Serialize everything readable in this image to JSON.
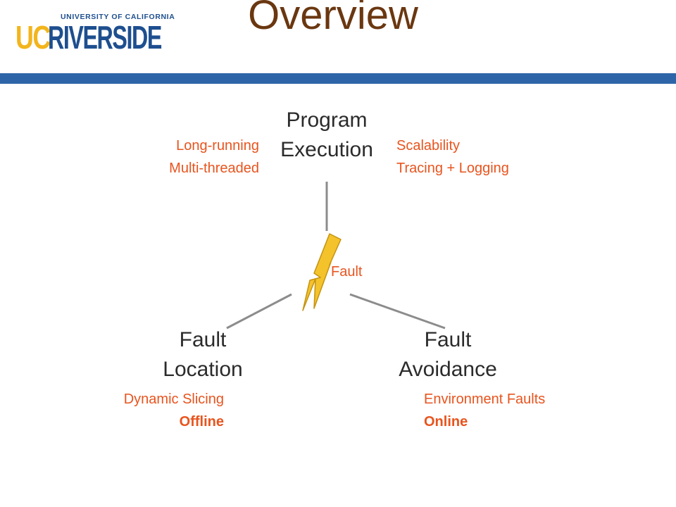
{
  "header": {
    "title": "Overview",
    "logo": {
      "university_line": "UNIVERSITY OF CALIFORNIA",
      "uc": "UC",
      "riverside": "RIVERSIDE"
    }
  },
  "colors": {
    "title": "#6a3710",
    "header_bar": "#2e65a8",
    "node_text": "#2b2b2b",
    "note_text": "#e8541e",
    "connector": "#8c8c8c",
    "bolt_fill": "#f4c22b",
    "bolt_edge": "#c49310"
  },
  "diagram": {
    "top_node": {
      "line1": "Program",
      "line2": "Execution"
    },
    "top_left_notes": [
      "Long-running",
      "Multi-threaded"
    ],
    "top_right_notes": [
      "Scalability",
      "Tracing + Logging"
    ],
    "center": {
      "icon": "lightning-bolt-icon",
      "label": "Fault"
    },
    "left_node": {
      "line1": "Fault",
      "line2": "Location"
    },
    "left_notes": {
      "item": "Dynamic Slicing",
      "mode": "Offline"
    },
    "right_node": {
      "line1": "Fault",
      "line2": "Avoidance"
    },
    "right_notes": {
      "item": "Environment Faults",
      "mode": "Online"
    }
  }
}
